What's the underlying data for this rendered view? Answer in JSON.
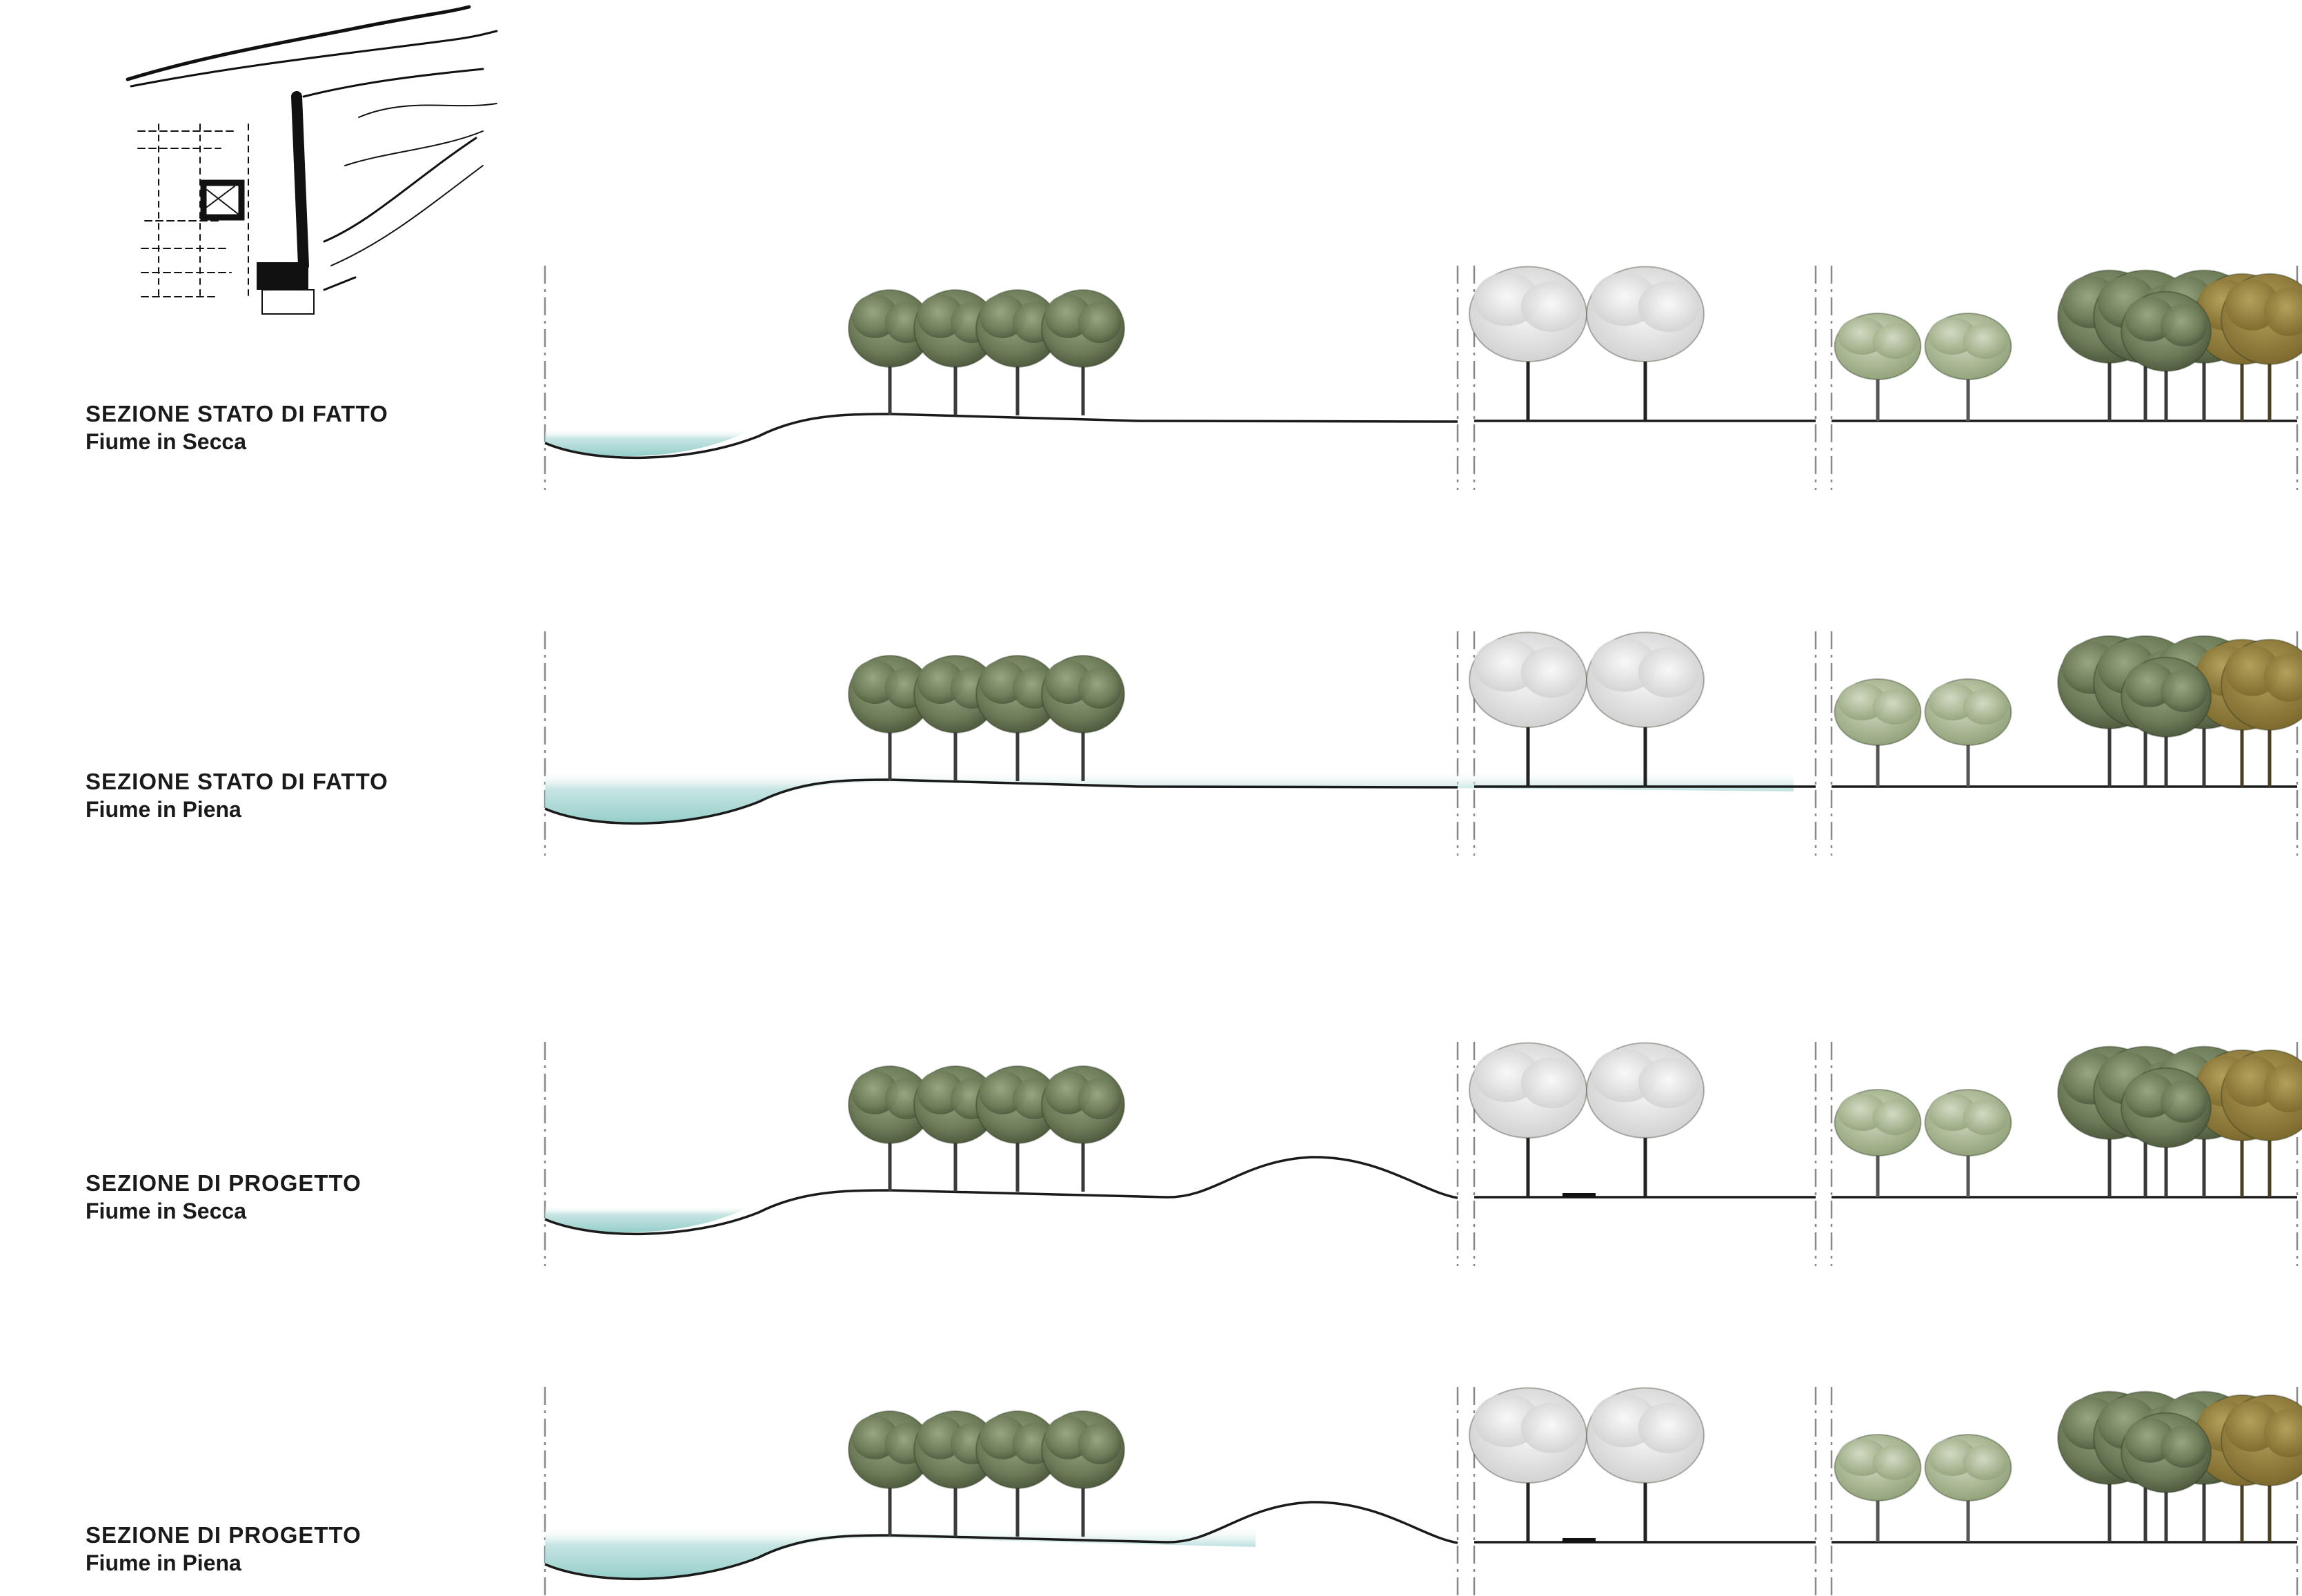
{
  "sections": [
    {
      "title": "SEZIONE STATO DI FATTO",
      "subtitle": "Fiume in Secca",
      "variant": "existing",
      "flood": false
    },
    {
      "title": "SEZIONE STATO DI FATTO",
      "subtitle": "Fiume in Piena",
      "variant": "existing",
      "flood": true
    },
    {
      "title": "SEZIONE DI PROGETTO",
      "subtitle": "Fiume in Secca",
      "variant": "project",
      "flood": false
    },
    {
      "title": "SEZIONE DI PROGETTO",
      "subtitle": "Fiume in Piena",
      "variant": "project",
      "flood": true
    }
  ],
  "colors": {
    "water": "#9fd2cf",
    "ground_line": "#1a1a1a",
    "tree_green": "#6f7f5c",
    "tree_light": "#a9b892",
    "tree_pale": "#e2e2e2",
    "tree_autumn": "#8c7a3c",
    "cut_line": "#888888"
  },
  "keyplan": {
    "icon": "sketch-keyplan-icon"
  }
}
